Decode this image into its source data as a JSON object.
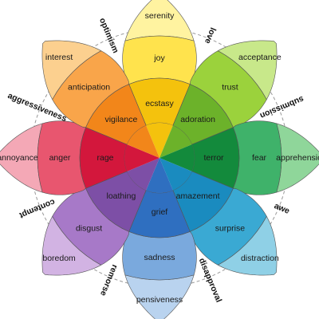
{
  "petals": [
    {
      "name": "joy",
      "angle": 0,
      "colors": {
        "mild": "#fff3a0",
        "basic": "#ffe34d",
        "intense": "#f4c20d"
      },
      "labels": {
        "mild": "serenity",
        "basic": "joy",
        "intense": "ecstasy"
      }
    },
    {
      "name": "trust",
      "angle": 45,
      "colors": {
        "mild": "#c8e88a",
        "basic": "#9bd23c",
        "intense": "#6cb22a"
      },
      "labels": {
        "mild": "acceptance",
        "basic": "trust",
        "intense": "adoration"
      }
    },
    {
      "name": "fear",
      "angle": 90,
      "colors": {
        "mild": "#8fd69a",
        "basic": "#3fb26a",
        "intense": "#138a3c"
      },
      "labels": {
        "mild": "apprehension",
        "basic": "fear",
        "intense": "terror"
      }
    },
    {
      "name": "surprise",
      "angle": 135,
      "colors": {
        "mild": "#8fd0e6",
        "basic": "#3aa9d3",
        "intense": "#1a8bbf"
      },
      "labels": {
        "mild": "distraction",
        "basic": "surprise",
        "intense": "amazement"
      }
    },
    {
      "name": "sadness",
      "angle": 180,
      "colors": {
        "mild": "#b9d3ef",
        "basic": "#7aa9dd",
        "intense": "#2f6fc0"
      },
      "labels": {
        "mild": "pensiveness",
        "basic": "sadness",
        "intense": "grief"
      }
    },
    {
      "name": "disgust",
      "angle": 225,
      "colors": {
        "mild": "#d2b3e3",
        "basic": "#a779c8",
        "intense": "#7d4fa6"
      },
      "labels": {
        "mild": "boredom",
        "basic": "disgust",
        "intense": "loathing"
      }
    },
    {
      "name": "anger",
      "angle": 270,
      "colors": {
        "mild": "#f4a8b6",
        "basic": "#e8566f",
        "intense": "#d3173c"
      },
      "labels": {
        "mild": "annoyance",
        "basic": "anger",
        "intense": "rage"
      }
    },
    {
      "name": "anticipation",
      "angle": 315,
      "colors": {
        "mild": "#fcd08f",
        "basic": "#f9a54a",
        "intense": "#f2861a"
      },
      "labels": {
        "mild": "interest",
        "basic": "anticipation",
        "intense": "vigilance"
      }
    }
  ],
  "dyads": [
    {
      "text": "love",
      "angle": 22.5
    },
    {
      "text": "submission",
      "angle": 67.5
    },
    {
      "text": "awe",
      "angle": 112.5
    },
    {
      "text": "disapproval",
      "angle": 157.5
    },
    {
      "text": "remorse",
      "angle": 202.5
    },
    {
      "text": "contempt",
      "angle": 247.5
    },
    {
      "text": "aggressiveness",
      "angle": 292.5
    },
    {
      "text": "optimism",
      "angle": 337.5
    }
  ]
}
